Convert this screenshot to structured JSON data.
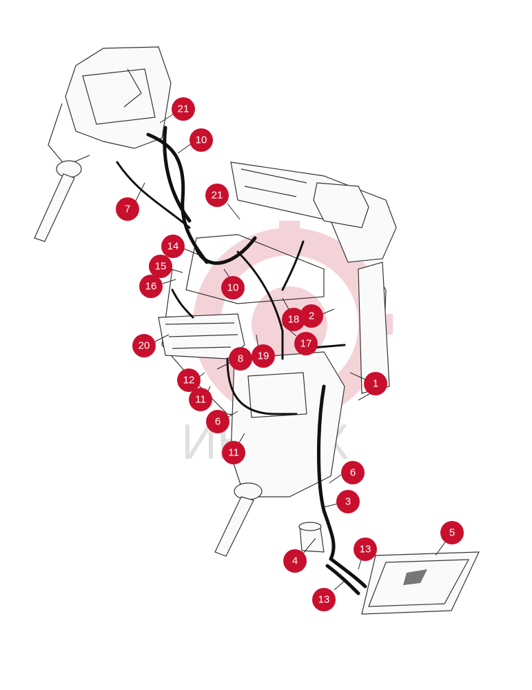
{
  "watermark": {
    "text": "ИНТЕХ",
    "color": "#c8102e"
  },
  "accent_color": "#c8102e",
  "callouts": [
    {
      "label": "21"
    },
    {
      "label": "10"
    },
    {
      "label": "7"
    },
    {
      "label": "21"
    },
    {
      "label": "14"
    },
    {
      "label": "15"
    },
    {
      "label": "16"
    },
    {
      "label": "10"
    },
    {
      "label": "18"
    },
    {
      "label": "2"
    },
    {
      "label": "20"
    },
    {
      "label": "17"
    },
    {
      "label": "8"
    },
    {
      "label": "19"
    },
    {
      "label": "1"
    },
    {
      "label": "12"
    },
    {
      "label": "11"
    },
    {
      "label": "6"
    },
    {
      "label": "11"
    },
    {
      "label": "6"
    },
    {
      "label": "3"
    },
    {
      "label": "5"
    },
    {
      "label": "4"
    },
    {
      "label": "13"
    },
    {
      "label": "13"
    }
  ]
}
